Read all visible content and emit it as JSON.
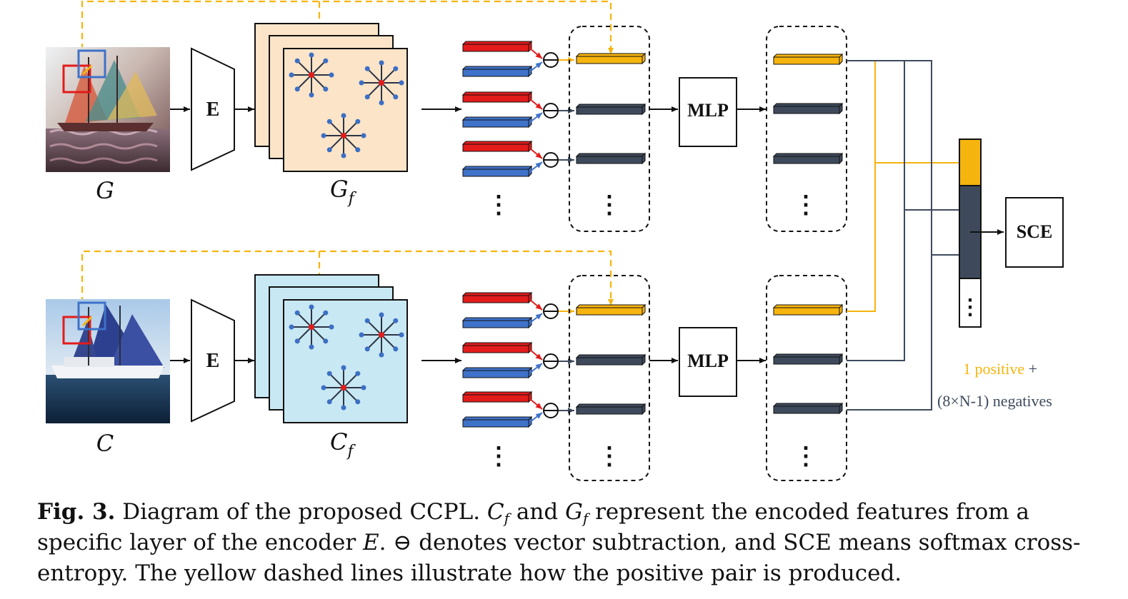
{
  "colors": {
    "yellow": "#f6b40e",
    "dark": "#3e4a5c",
    "red": "#e31b1b",
    "blue": "#3f72c9",
    "peach": "#fce4c8",
    "cyan": "#c8e8f3",
    "dot": "#3d6fc4"
  },
  "top_row": {
    "image_label": "G",
    "encoder_label": "E",
    "feature_label": "G",
    "feature_sub": "f",
    "mlp_label": "MLP",
    "ellipsis": "⋮"
  },
  "bottom_row": {
    "image_label": "C",
    "encoder_label": "E",
    "feature_label": "C",
    "feature_sub": "f",
    "mlp_label": "MLP",
    "ellipsis": "⋮"
  },
  "sce": {
    "label": "SCE",
    "ellipsis": "⋮"
  },
  "legend": {
    "positive": "1 positive",
    "plus": " +",
    "negatives": "(8×N-1) negatives"
  },
  "caption": {
    "fig": "Fig. 3.",
    "t1": " Diagram of the proposed CCPL. ",
    "cf_main": "C",
    "cf_sub": "f",
    "t2": " and ",
    "gf_main": "G",
    "gf_sub": "f",
    "t3": " represent the encoded features from a specific layer of the encoder ",
    "enc": "E",
    "t4": ". ⊖ denotes vector subtraction, and SCE means softmax cross-entropy. The yellow dashed lines illustrate how the positive pair is produced."
  }
}
